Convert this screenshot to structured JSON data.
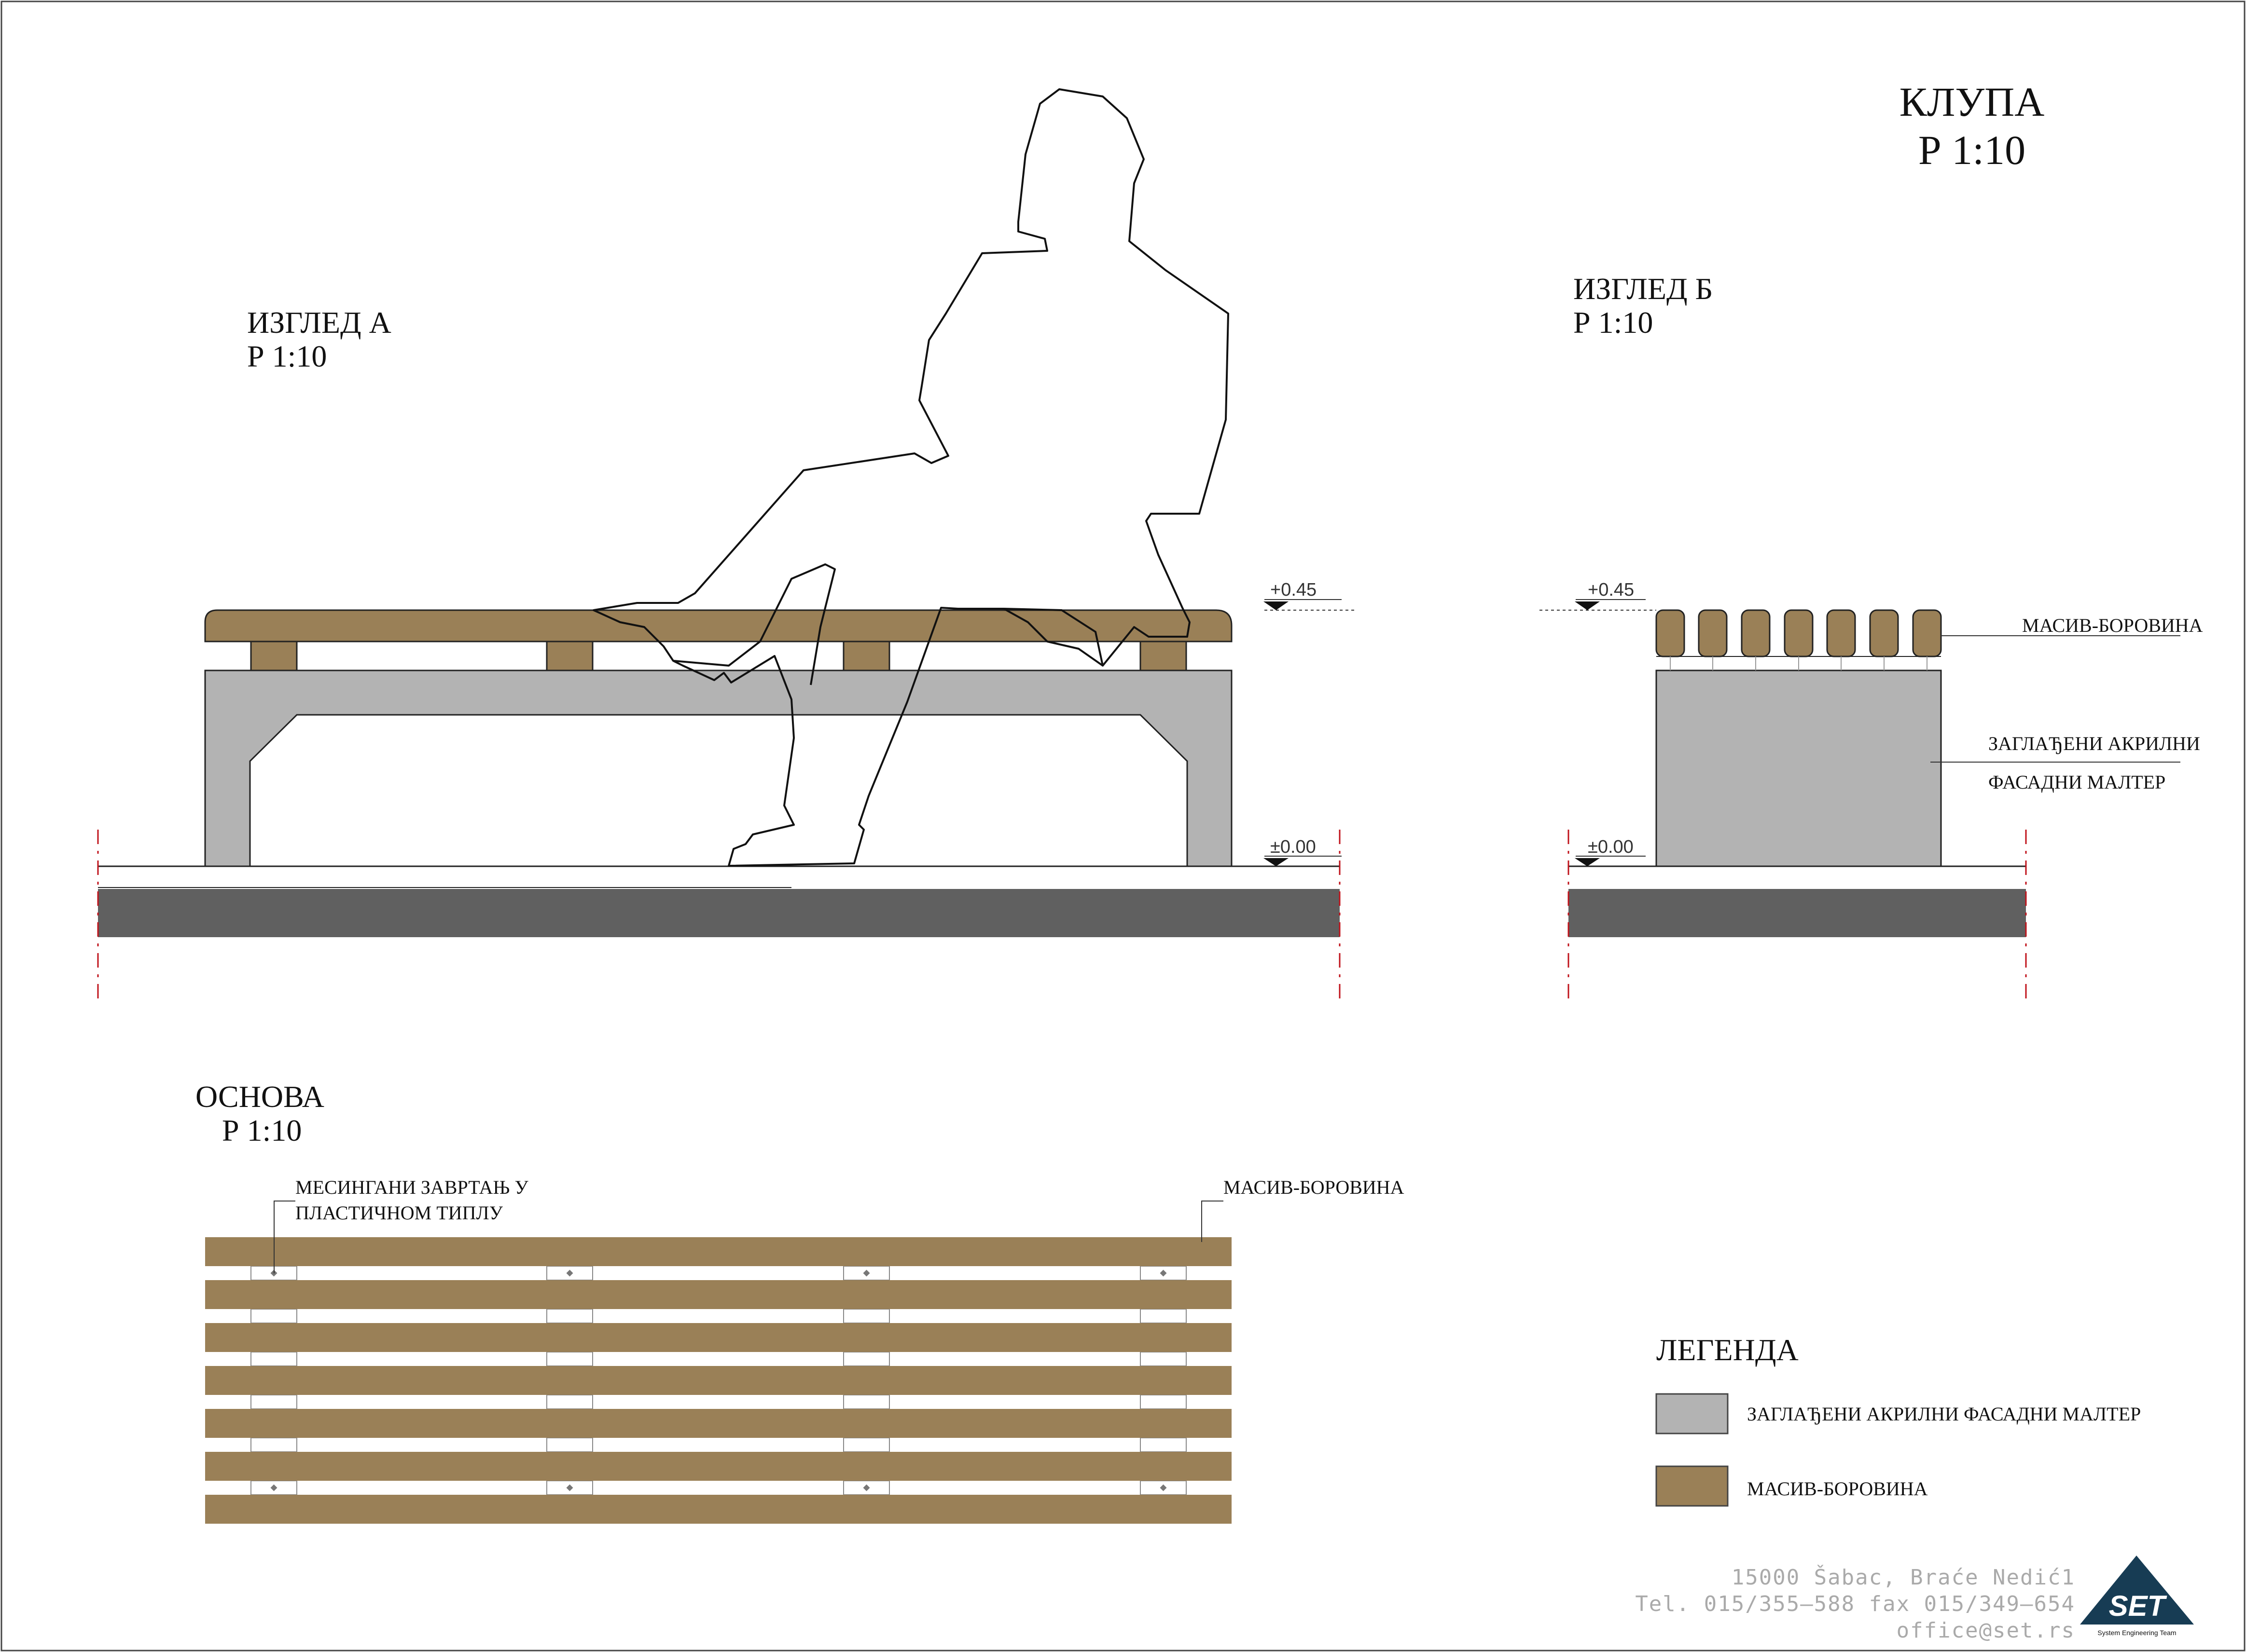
{
  "title": "КЛУПА",
  "title_scale": "Р 1:10",
  "view_a": {
    "title": "ИЗГЛЕД А",
    "scale": "Р 1:10",
    "level_top": "+0.45",
    "level_ground": "±0.00"
  },
  "view_b": {
    "title": "ИЗГЛЕД  Б",
    "scale": "Р 1:10",
    "level_top": "+0.45",
    "level_ground": "±0.00",
    "label_wood": "МАСИВ-БОРОВИНА",
    "label_plaster_1": "ЗАГЛАЂЕНИ АКРИЛНИ",
    "label_plaster_2": "ФАСАДНИ МАЛТЕР"
  },
  "plan": {
    "title": "ОСНОВА",
    "scale": "Р 1:10",
    "label_screws_1": "МЕСИНГАНИ ЗАВРТАЊ У",
    "label_screws_2": "ПЛАСТИЧНОМ ТИПЛУ",
    "label_wood": "МАСИВ-БОРОВИНА"
  },
  "legend": {
    "title": "ЛЕГЕНДА",
    "items": [
      {
        "label": "ЗАГЛАЂЕНИ АКРИЛНИ ФАСАДНИ  МАЛТЕР",
        "color": "#b3b3b3"
      },
      {
        "label": "МАСИВ-БОРОВИНА",
        "color": "#9a8057"
      }
    ]
  },
  "contact": {
    "address": "15000  Šabac,  Braće  Nedić1",
    "phone": "Tel.  015/355–588  fax  015/349–654",
    "email": "office@set.rs"
  },
  "logo": {
    "text": "SET",
    "subtitle": "System Engineering Team"
  },
  "colors": {
    "wood": "#9a8057",
    "plaster": "#b3b3b3",
    "ground": "#606060",
    "axis": "#c0141c"
  }
}
